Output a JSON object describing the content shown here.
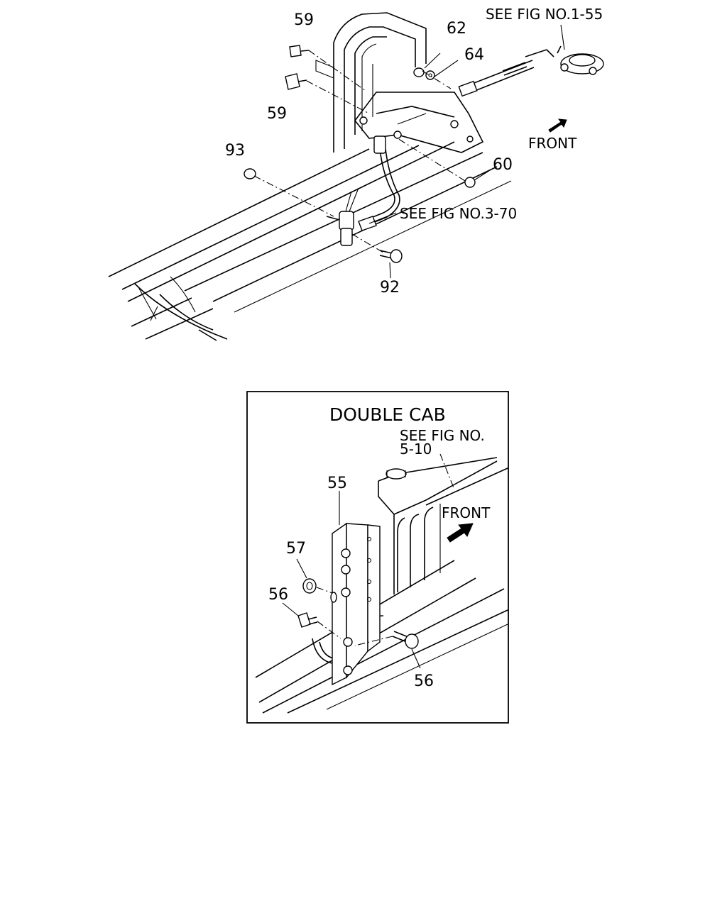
{
  "main_view": {
    "callouts": [
      "59",
      "59",
      "62",
      "64",
      "93",
      "60",
      "92"
    ],
    "references": [
      "SEE FIG NO.1-55",
      "SEE FIG NO.3-70"
    ],
    "front_label": "FRONT"
  },
  "inset": {
    "title": "DOUBLE CAB",
    "reference_line1": "SEE FIG NO.",
    "reference_line2": "5-10",
    "front_label": "FRONT",
    "callouts": [
      "55",
      "57",
      "56",
      "56"
    ]
  },
  "icons": [
    "arrow-front-icon",
    "bolt-icon",
    "nut-icon",
    "washer-icon",
    "switch-icon",
    "clamp-icon"
  ]
}
